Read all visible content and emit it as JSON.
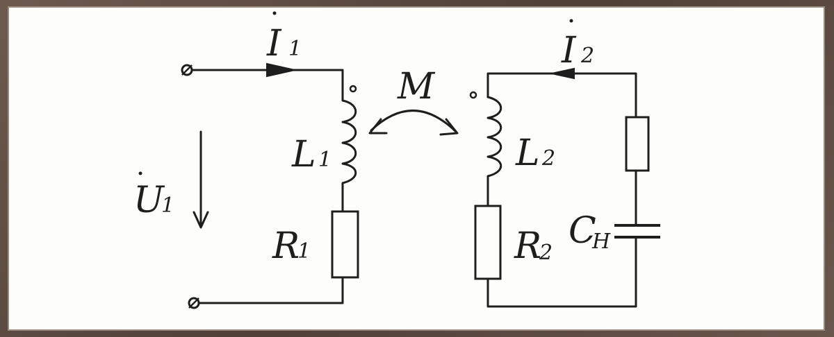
{
  "labels": {
    "current_1": "I",
    "current_1_sub": "1",
    "current_2": "I",
    "current_2_sub": "2",
    "voltage_1": "U",
    "voltage_1_sub": "1",
    "inductor_1": "L",
    "inductor_1_sub": "1",
    "inductor_2": "L",
    "inductor_2_sub": "2",
    "resistor_1": "R",
    "resistor_1_sub": "1",
    "resistor_2": "R",
    "resistor_2_sub": "2",
    "capacitor": "C",
    "capacitor_sub": "H",
    "mutual": "M"
  },
  "colors": {
    "ink": "#1e1e1e",
    "paper": "#fdfdfb",
    "frame": "#5e4d44"
  }
}
